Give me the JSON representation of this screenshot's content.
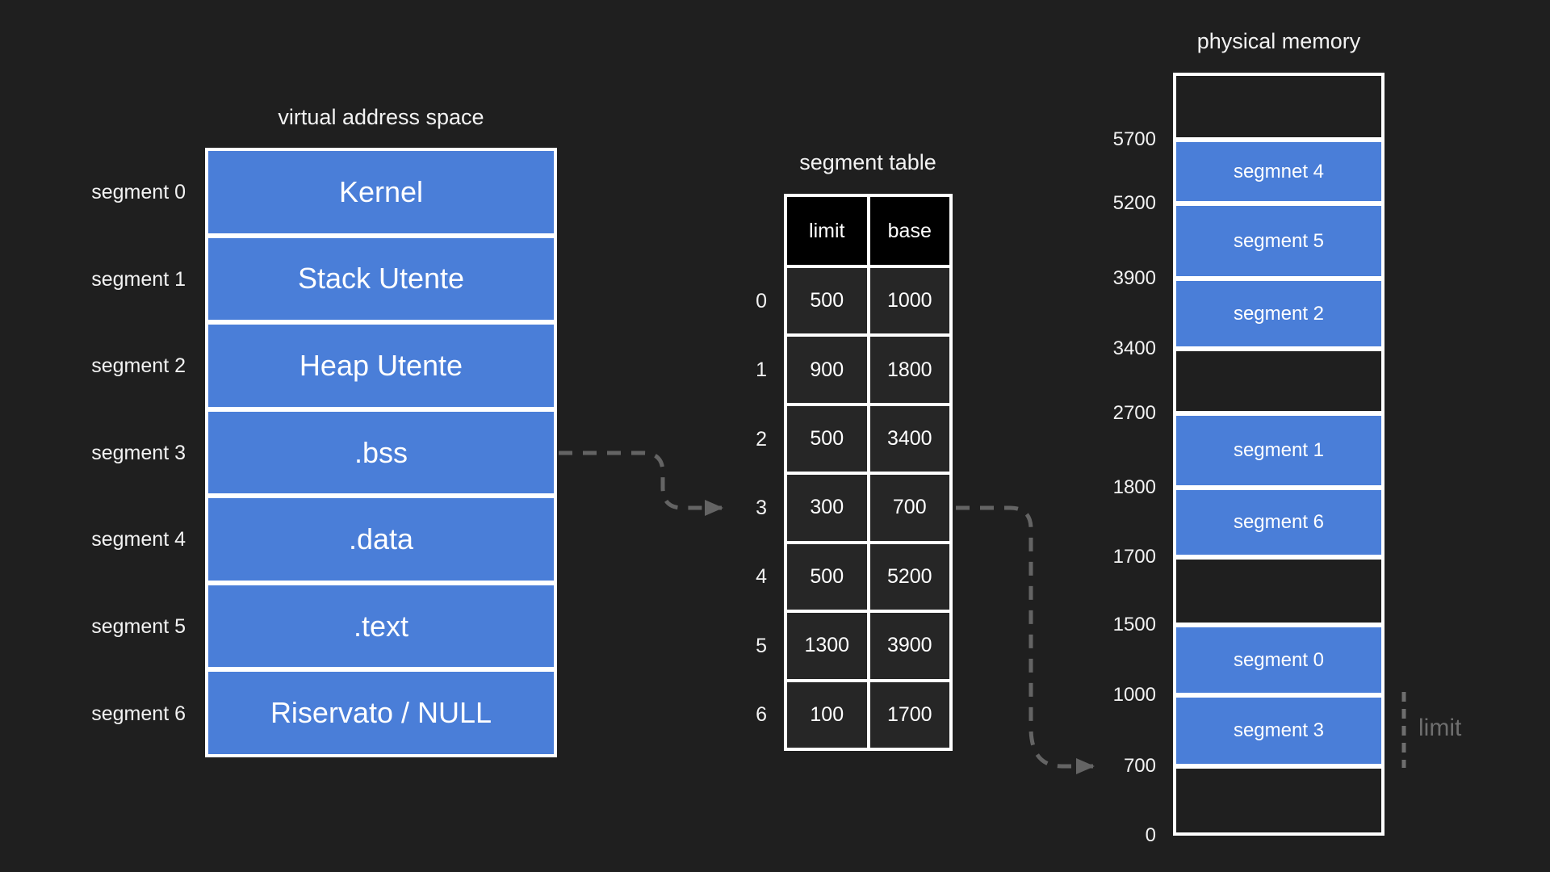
{
  "vas": {
    "title": "virtual address space",
    "segments": [
      {
        "label": "segment 0",
        "name": "Kernel"
      },
      {
        "label": "segment 1",
        "name": "Stack Utente"
      },
      {
        "label": "segment 2",
        "name": "Heap Utente"
      },
      {
        "label": "segment 3",
        "name": ".bss"
      },
      {
        "label": "segment 4",
        "name": ".data"
      },
      {
        "label": "segment 5",
        "name": ".text"
      },
      {
        "label": "segment 6",
        "name": "Riservato / NULL"
      }
    ]
  },
  "segment_table": {
    "title": "segment table",
    "columns": [
      "limit",
      "base"
    ],
    "rows": [
      {
        "index": "0",
        "limit": "500",
        "base": "1000"
      },
      {
        "index": "1",
        "limit": "900",
        "base": "1800"
      },
      {
        "index": "2",
        "limit": "500",
        "base": "3400"
      },
      {
        "index": "3",
        "limit": "300",
        "base": "700"
      },
      {
        "index": "4",
        "limit": "500",
        "base": "5200"
      },
      {
        "index": "5",
        "limit": "1300",
        "base": "3900"
      },
      {
        "index": "6",
        "limit": "100",
        "base": "1700"
      }
    ]
  },
  "physical_memory": {
    "title": "physical memory",
    "blocks": [
      {
        "label": "",
        "filled": false
      },
      {
        "label": "segmnet 4",
        "filled": true
      },
      {
        "label": "segment 5",
        "filled": true
      },
      {
        "label": "segment 2",
        "filled": true
      },
      {
        "label": "",
        "filled": false
      },
      {
        "label": "segment 1",
        "filled": true
      },
      {
        "label": "segment 6",
        "filled": true
      },
      {
        "label": "",
        "filled": false
      },
      {
        "label": "segment 0",
        "filled": true
      },
      {
        "label": "segment 3",
        "filled": true
      },
      {
        "label": "",
        "filled": false
      }
    ],
    "addresses": [
      "5700",
      "5200",
      "3900",
      "3400",
      "2700",
      "1800",
      "1700",
      "1500",
      "1000",
      "700",
      "0"
    ]
  },
  "annotations": {
    "limit_label": "limit"
  },
  "colors": {
    "background": "#1f1f1f",
    "segment_blue": "#4a7ed8",
    "cell_dark": "#262626",
    "header_black": "#000000",
    "border_white": "#ffffff",
    "arrow_gray": "#646464",
    "muted_gray": "#6e6e6e"
  }
}
